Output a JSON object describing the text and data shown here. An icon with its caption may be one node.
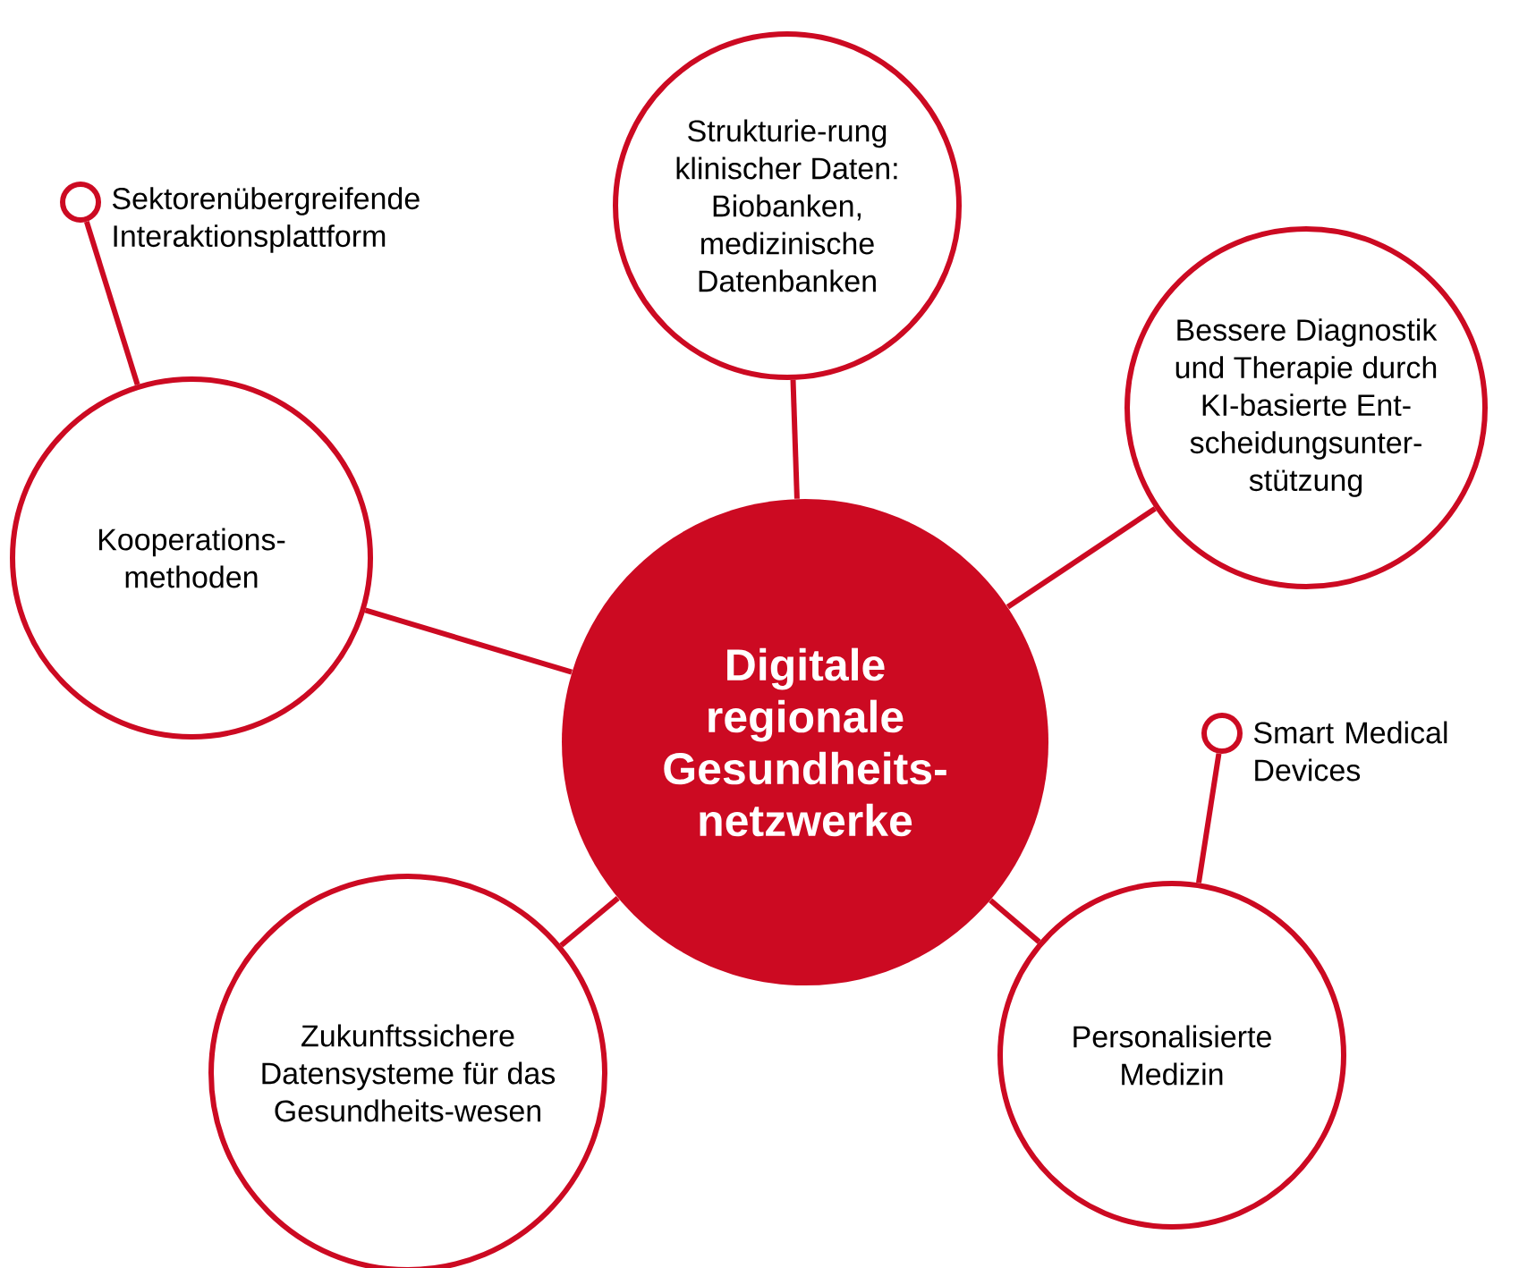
{
  "diagram": {
    "nodes": [
      {
        "text": [],
        "shape": "circle",
        "beside": [
          "Sektorenübergreifende Interaktionsplattform"
        ]
      },
      {
        "text": [
          "Strukturie-rung klinischer Daten: Biobanken, medizinische Datenbanken"
        ]
      },
      {
        "text": [
          "Bessere Diagnostik und Therapie durch KI-basierte Ent-scheidungsunter-stützung"
        ]
      },
      {
        "text": [
          "Kooperations-methoden"
        ]
      },
      {
        "text": [
          "Digitale regionale Gesundheits-netzwerke"
        ]
      },
      {
        "text": [],
        "shape": "circle",
        "beside": [
          "Smart Medical Devices"
        ]
      },
      {
        "text": [
          "Zukunftssichere Datensysteme für das Gesundheits-wesen"
        ]
      },
      {
        "text": [
          "Personalisierte Medizin"
        ]
      }
    ],
    "edges": [
      {
        "from": 4,
        "to": 1,
        "arrow": "none"
      },
      {
        "from": 4,
        "to": 2,
        "arrow": "none"
      },
      {
        "from": 4,
        "to": 3,
        "arrow": "none"
      },
      {
        "from": 4,
        "to": 6,
        "arrow": "none"
      },
      {
        "from": 4,
        "to": 7,
        "arrow": "none"
      },
      {
        "from": 3,
        "to": 0,
        "arrow": "none"
      },
      {
        "from": 7,
        "to": 5,
        "arrow": "none"
      }
    ]
  }
}
